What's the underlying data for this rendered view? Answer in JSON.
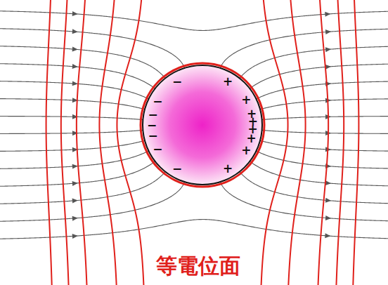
{
  "diagram": {
    "labels": [
      "−",
      "−",
      "−",
      "−",
      "−",
      "−",
      "−",
      "+",
      "+",
      "+",
      "+",
      "+",
      "+",
      "+",
      "+",
      "等電位面"
    ]
  }
}
